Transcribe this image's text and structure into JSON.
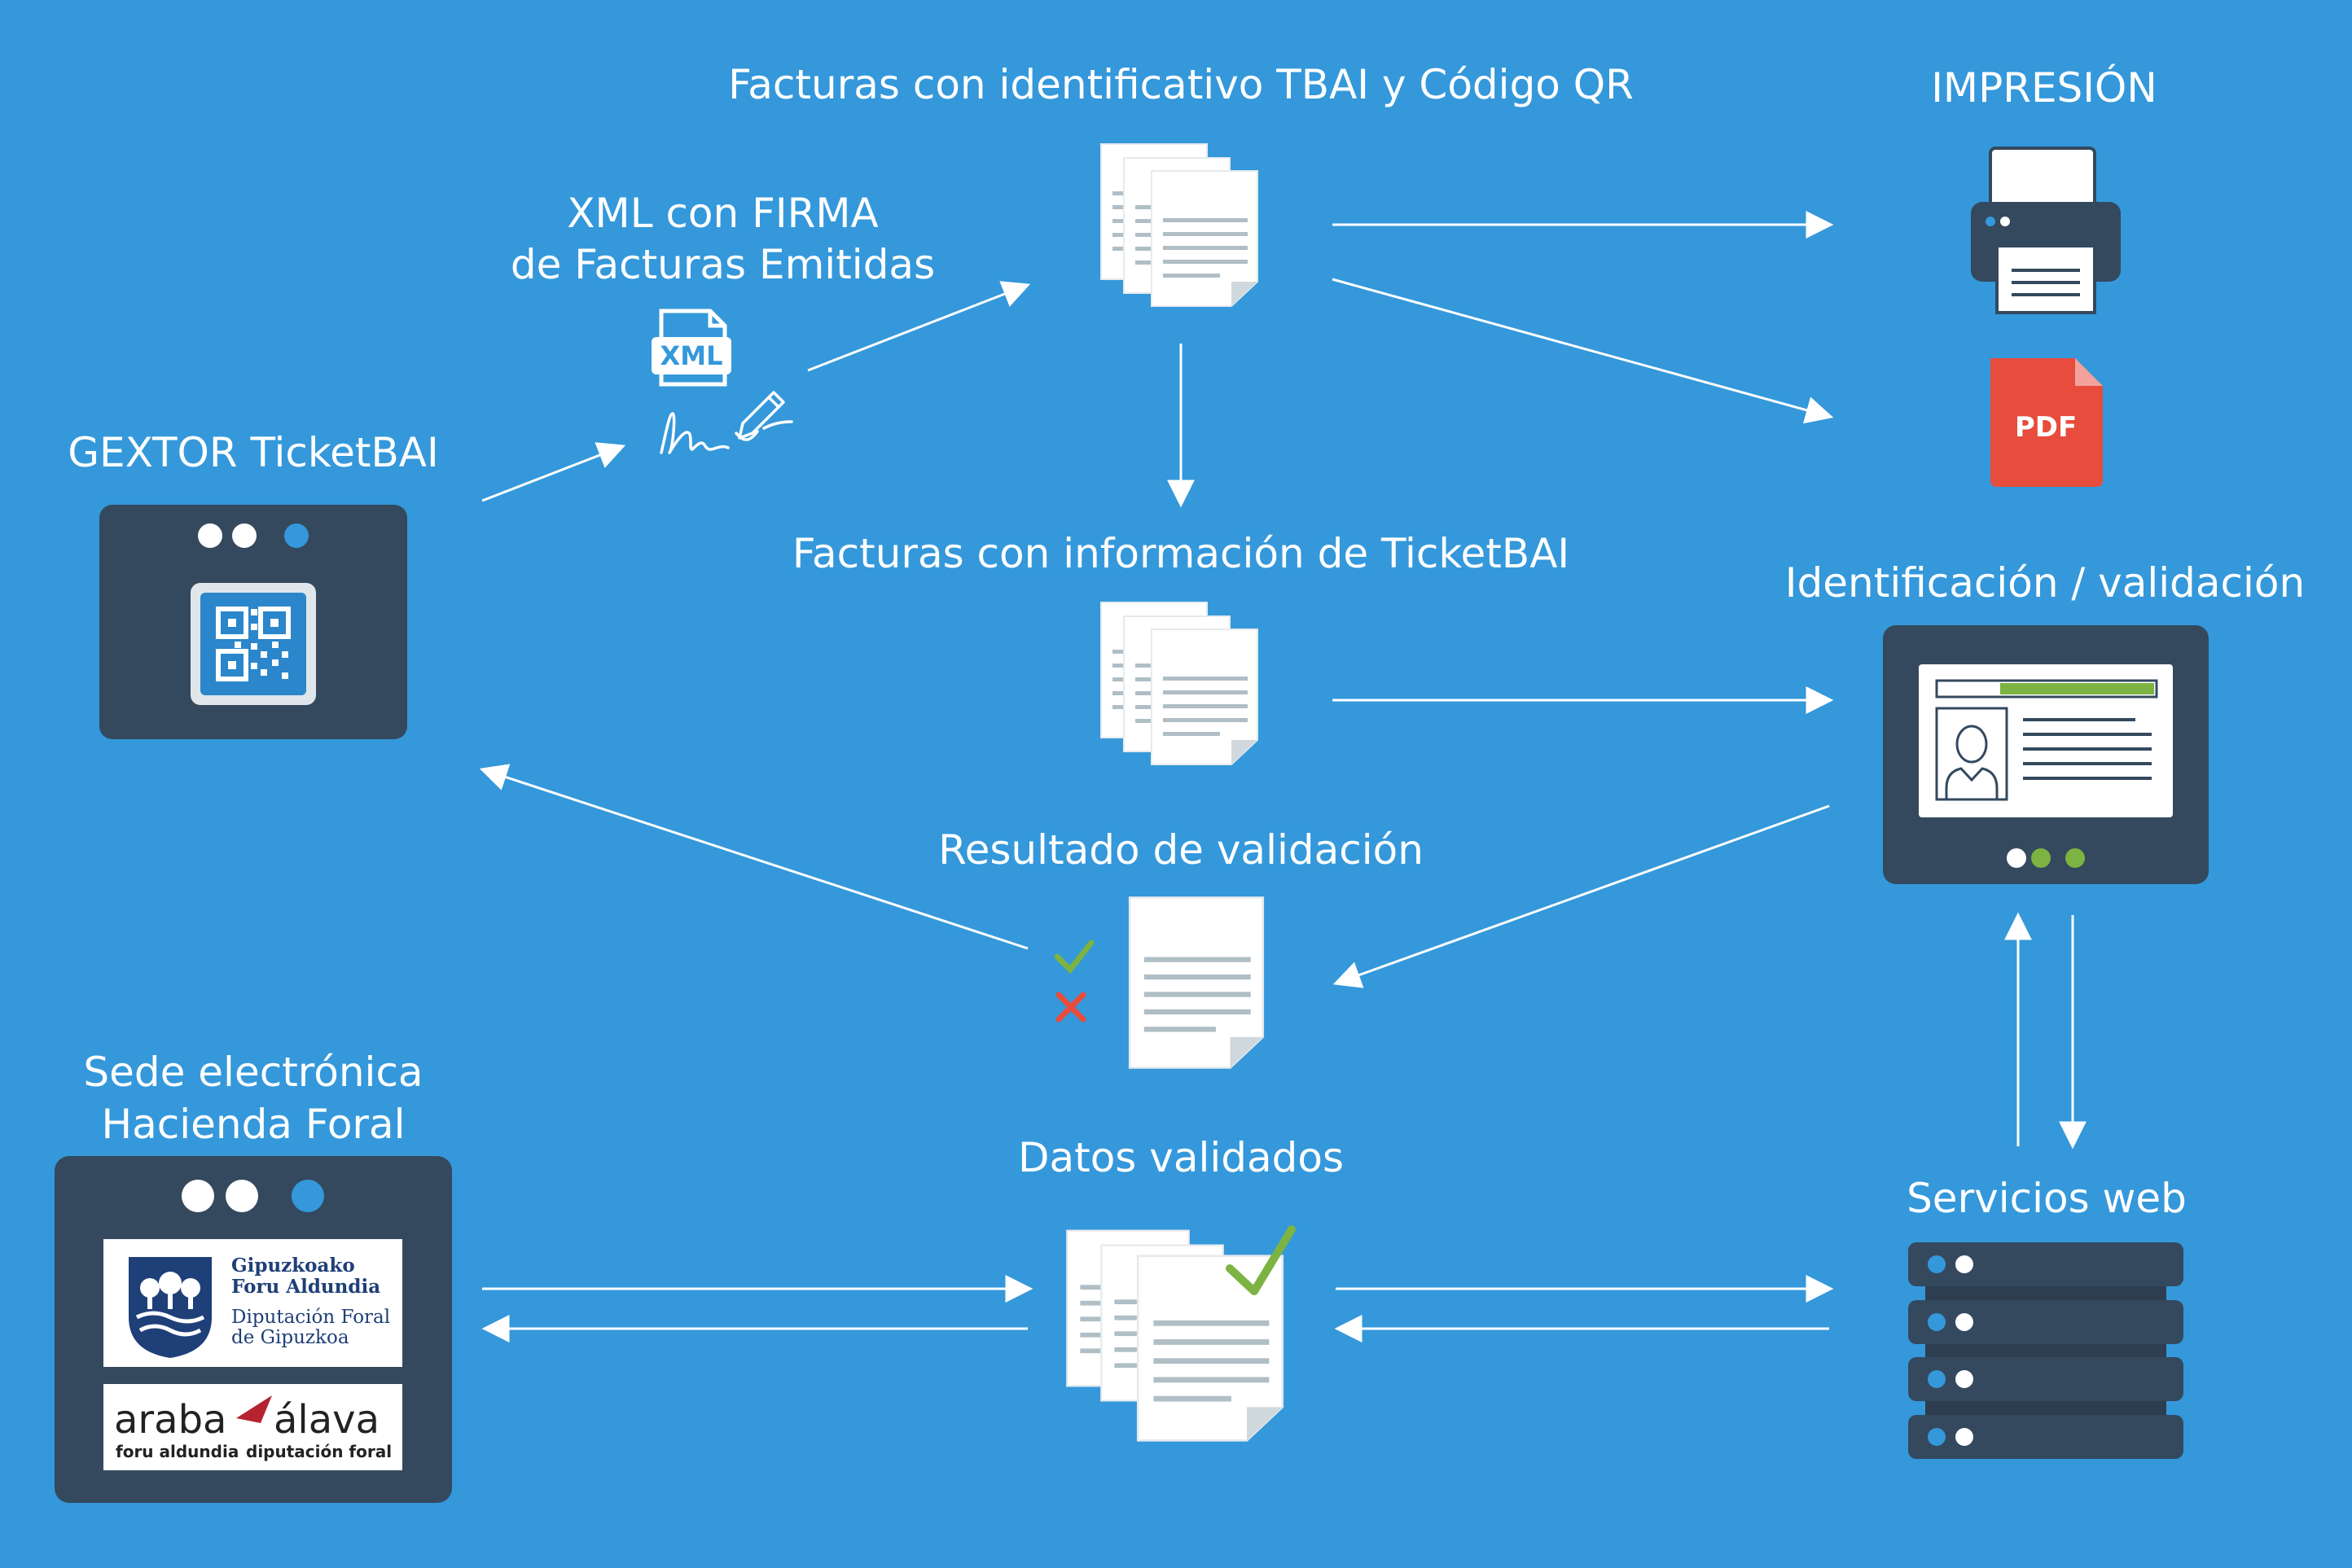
{
  "labels": {
    "tbai_qr_invoices": "Facturas con identificativo TBAI y Código QR",
    "printing": "IMPRESIÓN",
    "xml_line1": "XML con FIRMA",
    "xml_line2": "de Facturas Emitidas",
    "gextor": "GEXTOR TicketBAI",
    "info_invoices": "Facturas con información de TicketBAI",
    "identification": "Identificación / validación",
    "validation_result": "Resultado de validación",
    "sede_line1": "Sede electrónica",
    "sede_line2": "Hacienda Foral",
    "validated_data": "Datos validados",
    "web_services": "Servicios web"
  },
  "file_badges": {
    "xml": "XML",
    "pdf": "PDF"
  },
  "logos": {
    "gipuzkoa": {
      "line1": "Gipuzkoako",
      "line2": "Foru Aldundia",
      "line3": "Diputación Foral",
      "line4": "de Gipuzkoa"
    },
    "alava": {
      "word1": "araba",
      "word2": "álava",
      "sub1": "foru aldundia",
      "sub2": "diputación foral"
    }
  },
  "colors": {
    "background": "#3498db",
    "panel": "#34495e",
    "document": "#ffffff",
    "check": "#7cb342",
    "cross": "#e74c3c",
    "pdf": "#e74c3c",
    "logo_blue": "#1f3f78",
    "logo_red": "#b5232f"
  }
}
